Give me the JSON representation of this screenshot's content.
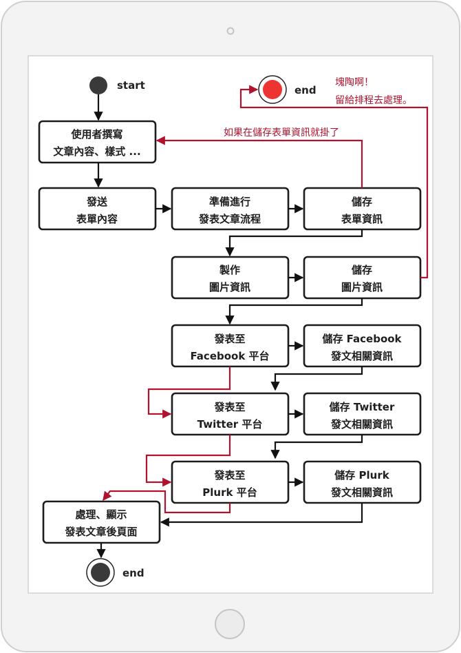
{
  "start": {
    "label": "start"
  },
  "end_error": {
    "label": "end",
    "note_line1": "塊陶啊！",
    "note_line2": "留給排程去處理。"
  },
  "end_final": {
    "label": "end"
  },
  "failure_note": "如果在儲存表單資訊就掛了",
  "nodes": {
    "compose": [
      "使用者撰寫",
      "文章內容、樣式 ..."
    ],
    "send_form": [
      "發送",
      "表單內容"
    ],
    "prepare": [
      "準備進行",
      "發表文章流程"
    ],
    "store_form": [
      "儲存",
      "表單資訊"
    ],
    "make_image": [
      "製作",
      "圖片資訊"
    ],
    "store_image": [
      "儲存",
      "圖片資訊"
    ],
    "post_fb": [
      "發表至",
      "Facebook 平台"
    ],
    "store_fb": [
      "儲存 Facebook",
      "發文相關資訊"
    ],
    "post_tw": [
      "發表至",
      "Twitter 平台"
    ],
    "store_tw": [
      "儲存 Twitter",
      "發文相關資訊"
    ],
    "post_plurk": [
      "發表至",
      "Plurk 平台"
    ],
    "store_plurk": [
      "儲存 Plurk",
      "發文相關資訊"
    ],
    "show": [
      "處理、顯示",
      "發表文章後頁面"
    ]
  },
  "colors": {
    "accent": "#b0132e",
    "end_fill": "#ee3333",
    "start_fill": "#3a3a3a",
    "frame": "#d6d6d6"
  }
}
